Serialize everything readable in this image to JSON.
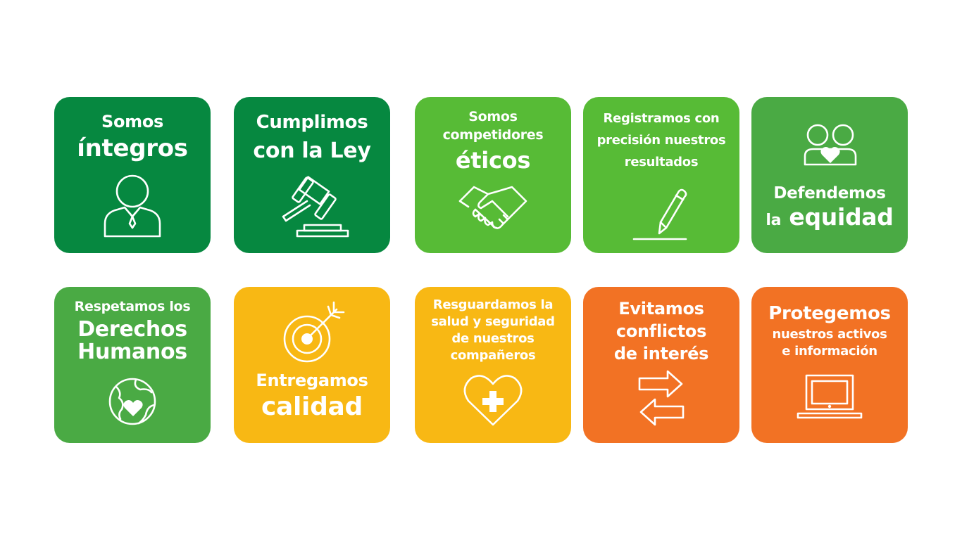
{
  "colors": {
    "dark_green": "#068840",
    "lime_green": "#57bb36",
    "mid_green": "#4aaa44",
    "yellow": "#f8b814",
    "orange": "#f27224",
    "text": "#ffffff"
  },
  "cards": [
    {
      "line1": "Somos",
      "line2": "íntegros",
      "icon": "businessman-icon"
    },
    {
      "line1": "Cumplimos",
      "line2": "con la Ley",
      "icon": "gavel-icon"
    },
    {
      "line1": "Somos",
      "line2": "competidores",
      "line3": "éticos",
      "icon": "handshake-icon"
    },
    {
      "line1": "Registramos con",
      "line2": "precisión nuestros",
      "line3": "resultados",
      "icon": "pencil-icon"
    },
    {
      "line1": "Defendemos",
      "line2_small": "la",
      "line2_big": "equidad",
      "icon": "people-heart-icon"
    },
    {
      "line1": "Respetamos los",
      "line2": "Derechos",
      "line3": "Humanos",
      "icon": "globe-heart-icon"
    },
    {
      "line1": "Entregamos",
      "line2": "calidad",
      "icon": "target-icon"
    },
    {
      "line1": "Resguardamos la",
      "line2": "salud y seguridad",
      "line3": "de nuestros",
      "line4": "compañeros",
      "icon": "heart-cross-icon"
    },
    {
      "line1": "Evitamos",
      "line2": "conflictos",
      "line3": "de interés",
      "icon": "arrows-icon"
    },
    {
      "line1": "Protegemos",
      "line2": "nuestros activos",
      "line3": "e información",
      "icon": "laptop-icon"
    }
  ]
}
